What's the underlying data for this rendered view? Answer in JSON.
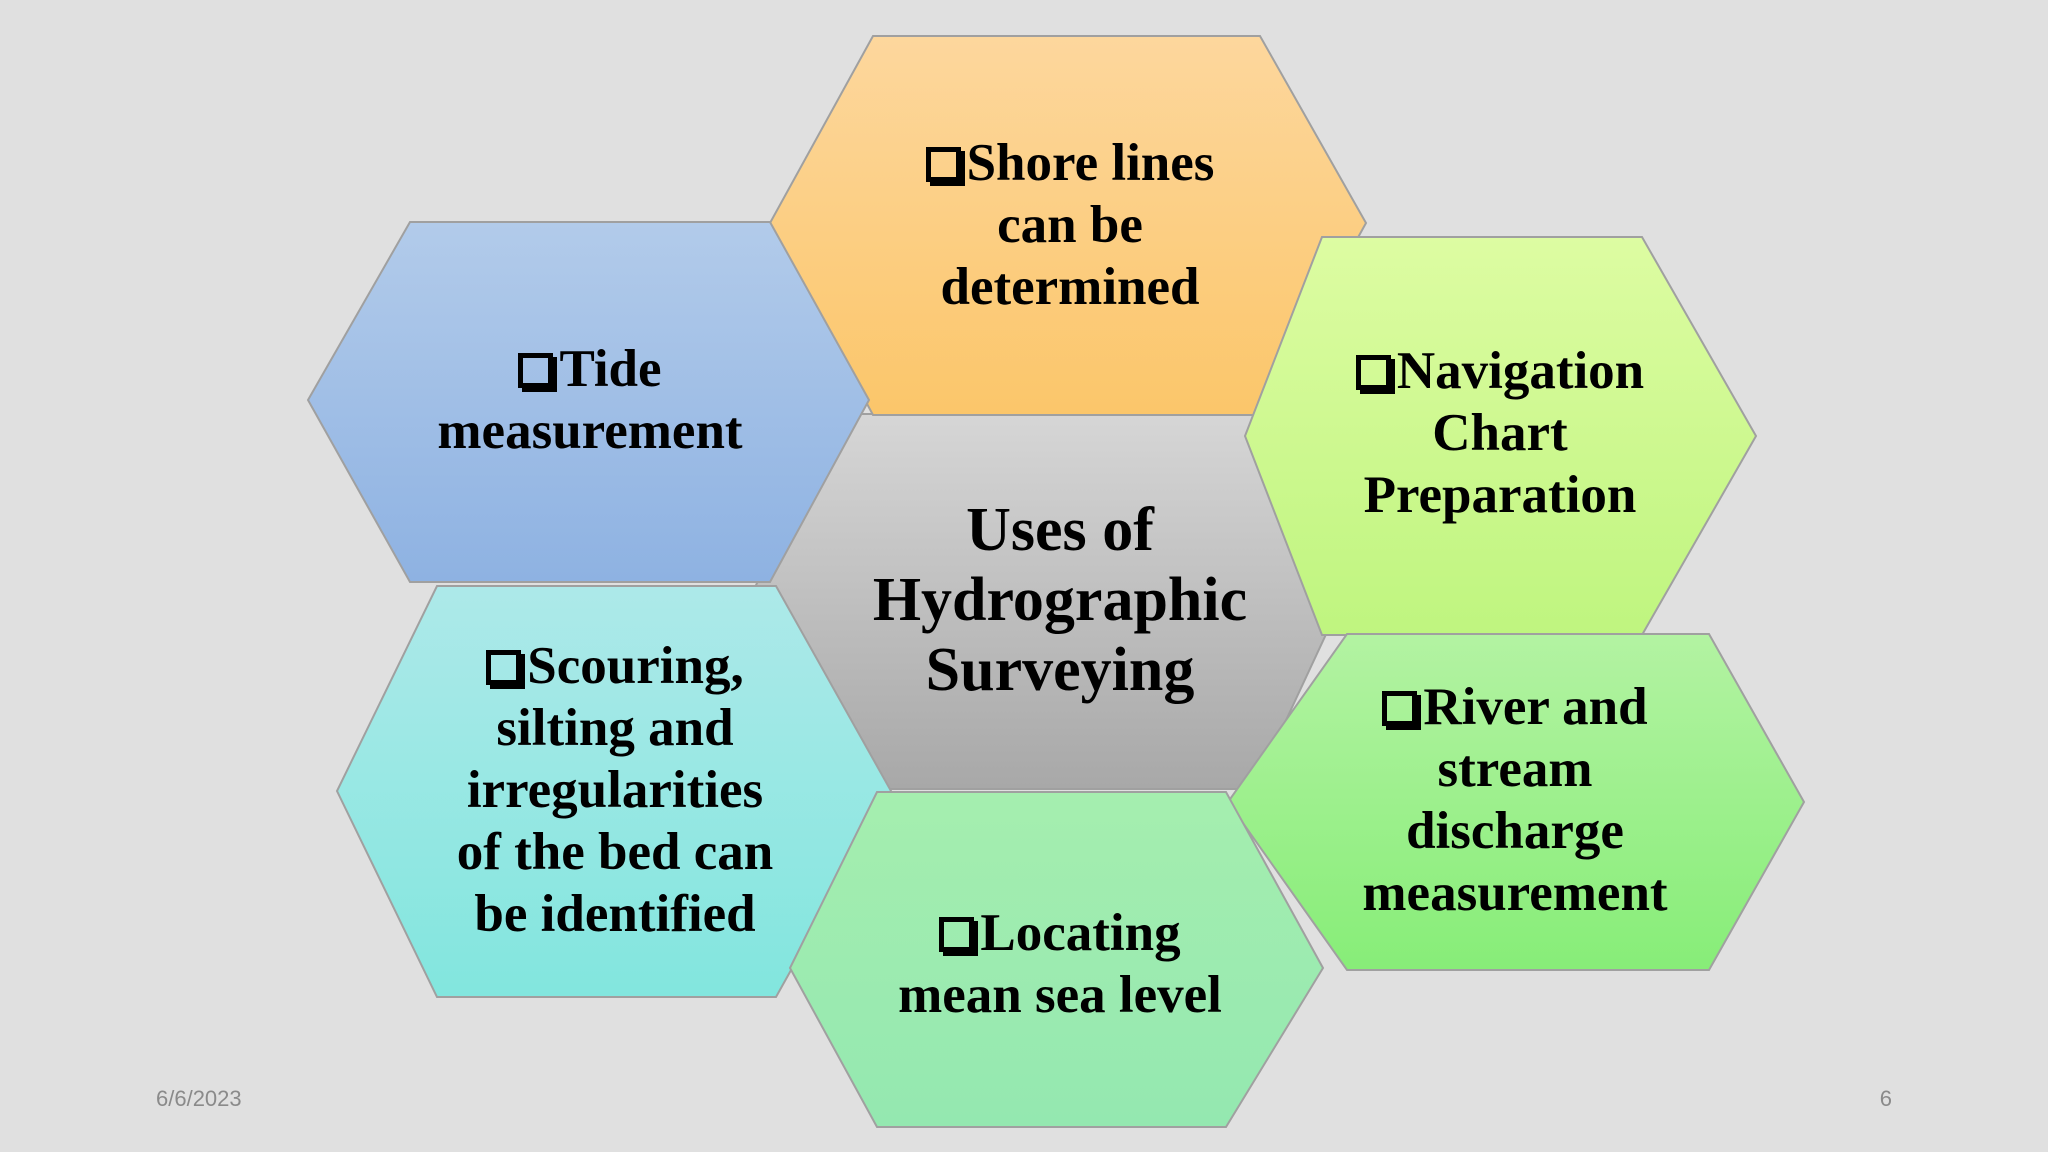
{
  "diagram": {
    "center": {
      "lines": [
        "Uses of",
        "Hydrographic",
        "Surveying"
      ],
      "colors": [
        "#d6d6d6",
        "#a8a8a8"
      ]
    },
    "hexagons": [
      {
        "id": "shore",
        "lines": [
          "Shore lines",
          "can be",
          "determined"
        ],
        "colors": [
          "#fdd79d",
          "#fbc66a"
        ]
      },
      {
        "id": "tide",
        "lines": [
          "Tide",
          "measurement"
        ],
        "colors": [
          "#b2cbea",
          "#8eb2e2"
        ]
      },
      {
        "id": "navigation",
        "lines": [
          "Navigation",
          "Chart",
          "Preparation"
        ],
        "colors": [
          "#ddfca2",
          "#bff57f"
        ]
      },
      {
        "id": "scouring",
        "lines": [
          "Scouring,",
          "silting and",
          "irregularities",
          "of the bed can",
          "be identified"
        ],
        "colors": [
          "#ade9e9",
          "#82e6de"
        ]
      },
      {
        "id": "river",
        "lines": [
          "River and",
          "stream",
          "discharge",
          "measurement"
        ],
        "colors": [
          "#b3f3a2",
          "#87ed78"
        ]
      },
      {
        "id": "mean-sea-level",
        "lines": [
          "Locating",
          "mean sea level"
        ],
        "colors": [
          "#a5eeaf",
          "#94e8b0"
        ]
      }
    ],
    "border_color": "#a0a0a0"
  },
  "footer": {
    "date": "6/6/2023",
    "page_number": "6"
  }
}
